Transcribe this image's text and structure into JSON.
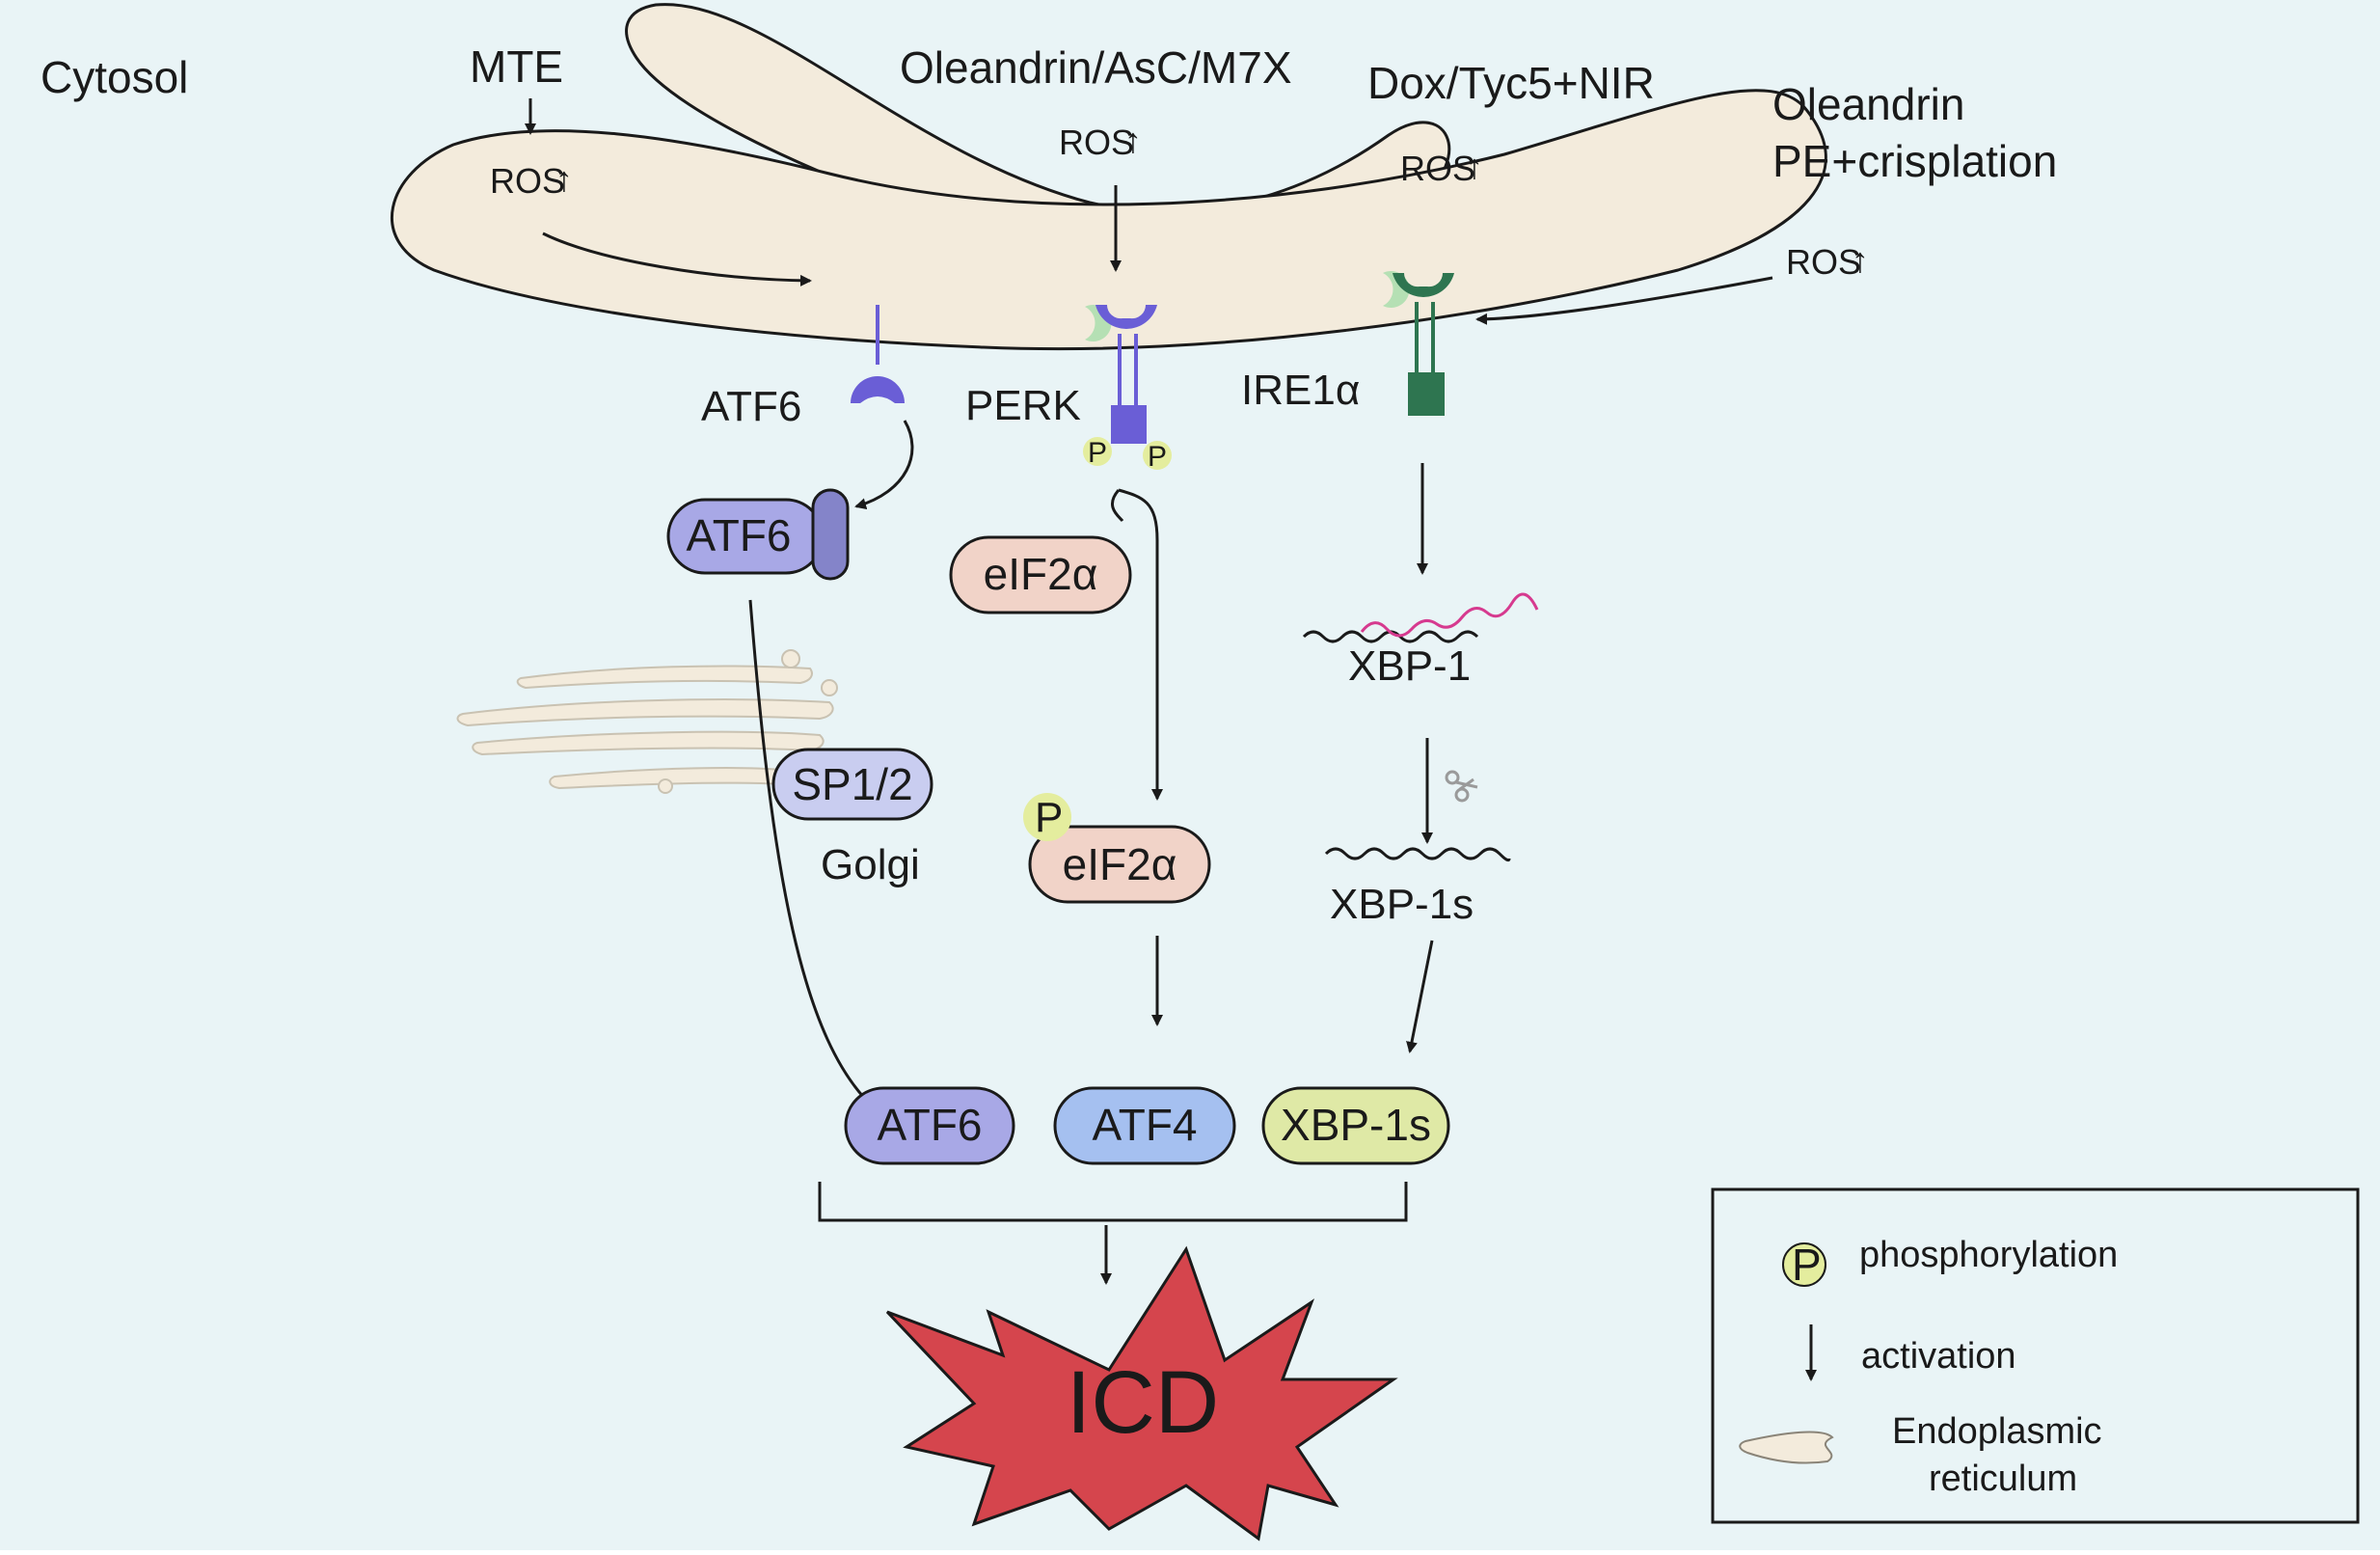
{
  "region": {
    "cytosol_label": "Cytosol"
  },
  "stimuli": {
    "mte": "MTE",
    "oleandrin_asc": "Oleandrin/AsC/M7X",
    "dox_tyc5": "Dox/Tyc5+NIR",
    "oleandrin_line1": "Oleandrin",
    "oleandrin_line2": "PE+crisplation"
  },
  "ros_label": "ROS",
  "ros_up_glyph": "↑",
  "receptors": {
    "atf6": "ATF6",
    "perk": "PERK",
    "ire1a": "IRE1α"
  },
  "phospho_symbol": "P",
  "nodes": {
    "atf6_cleaved": "ATF6",
    "eif2a": "eIF2α",
    "eif2a_p": "eIF2α",
    "sp12": "SP1/2",
    "golgi": "Golgi",
    "xbp1": "XBP-1",
    "xbp1s": "XBP-1s"
  },
  "effectors": {
    "atf6": "ATF6",
    "atf4": "ATF4",
    "xbp1s": "XBP-1s"
  },
  "outcome": "ICD",
  "legend": {
    "phosphorylation": "phosphorylation",
    "activation": "activation",
    "er_line1": "Endoplasmic",
    "er_line2": "reticulum"
  },
  "colors": {
    "background": "#e9f4f6",
    "er_fill": "#f3ebdc",
    "atf6": "#a8a8e6",
    "atf4": "#a5c0f0",
    "xbp1s": "#dfe9a6",
    "eif2a": "#f1d3c8",
    "sp12": "#c9cdf0",
    "perk_receptor": "#6a5ed6",
    "ire1_receptor": "#2e7550",
    "chaperone": "#b5e0b4",
    "phospho": "#e4ed9e",
    "icd": "#d5454d",
    "xbp1_splice": "#d63a8f"
  }
}
